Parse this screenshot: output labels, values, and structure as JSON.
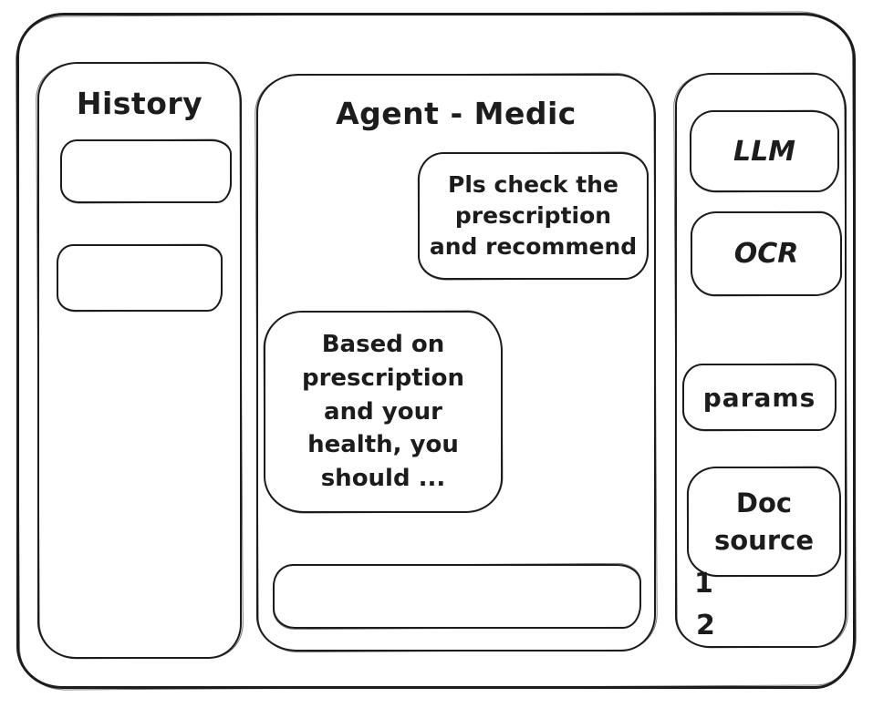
{
  "colors": {
    "stroke": "#1c1c1c",
    "background": "#ffffff"
  },
  "history_panel": {
    "title": "History"
  },
  "chat_panel": {
    "title": "Agent - Medic",
    "user_message": "Pls check the\nprescription\nand recommend",
    "assistant_message": "Based on\nprescription\nand your\nhealth, you\nshould ...",
    "input_value": ""
  },
  "tools_panel": {
    "llm_label": "LLM",
    "ocr_label": "OCR",
    "params_label": "params",
    "doc_source_label": "Doc\nsource",
    "doc_items": [
      "1",
      "2"
    ]
  }
}
